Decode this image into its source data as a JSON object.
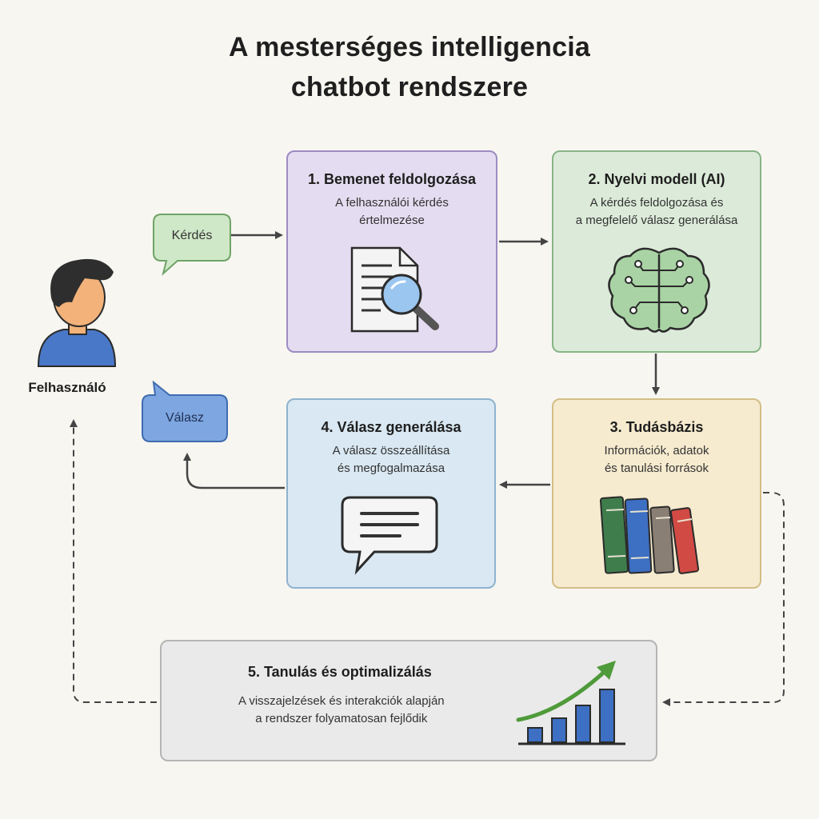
{
  "title": {
    "line1": "A mesterséges intelligencia",
    "line2": "chatbot rendszere"
  },
  "user": {
    "label": "Felhasználó",
    "icon": "user-icon"
  },
  "bubbles": {
    "question": {
      "label": "Kérdés",
      "color": "#cfe8c8"
    },
    "answer": {
      "label": "Válasz",
      "color": "#7ea6e0"
    }
  },
  "steps": [
    {
      "title": "1. Bemenet feldolgozása",
      "description": "A felhasználói kérdés\nértelmezése",
      "icon": "document-search-icon",
      "color": "#e4dcf0"
    },
    {
      "title": "2. Nyelvi modell (AI)",
      "description": "A kérdés feldolgozása és\na megfelelő válasz generálása",
      "icon": "brain-circuit-icon",
      "color": "#dcebd9"
    },
    {
      "title": "3. Tudásbázis",
      "description": "Információk, adatok\nés tanulási források",
      "icon": "books-icon",
      "color": "#f6ebcf"
    },
    {
      "title": "4. Válasz generálása",
      "description": "A válasz összeállítása\nés megfogalmazása",
      "icon": "chat-bubble-icon",
      "color": "#d9e8f2"
    },
    {
      "title": "5. Tanulás és optimalizálás",
      "description": "A visszajelzések és interakciók alapján\na rendszer folyamatosan fejlődik",
      "icon": "growth-chart-icon",
      "color": "#eaeaea"
    }
  ]
}
